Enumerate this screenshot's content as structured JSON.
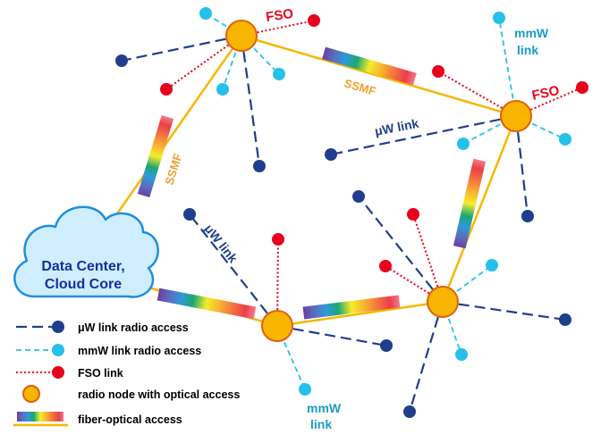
{
  "labels": {
    "fso_top": "FSO",
    "fso_right": "FSO",
    "mmw_top": [
      "mmW",
      "link"
    ],
    "mmw_bottom": [
      "mmW",
      "link"
    ],
    "ssmf_top": "SSMF",
    "ssmf_left": "SSMF",
    "uw_center": "μW link",
    "uw_left": "μW link",
    "datacenter": [
      "Data Center,",
      "Cloud Core"
    ]
  },
  "legend": {
    "uw": "μW link radio access",
    "mmw": "mmW link radio access",
    "fso": "FSO link",
    "node": "radio node with optical access",
    "fiber": "fiber-optical access"
  },
  "colors": {
    "fiber_line": "#f5b800",
    "node_fill": "#f7b500",
    "node_stroke": "#e06010",
    "uw": "#1f3f8c",
    "mmw": "#26c0ea",
    "fso": "#e8001c",
    "label_blue": "#1f3f8c",
    "label_cyan": "#1a9dc4",
    "label_orange": "#f0a030",
    "label_red": "#e8001c",
    "cloud_fill": "#cfeeff",
    "cloud_stroke": "#1f8ee0",
    "cloud_text": "#1230a0"
  }
}
